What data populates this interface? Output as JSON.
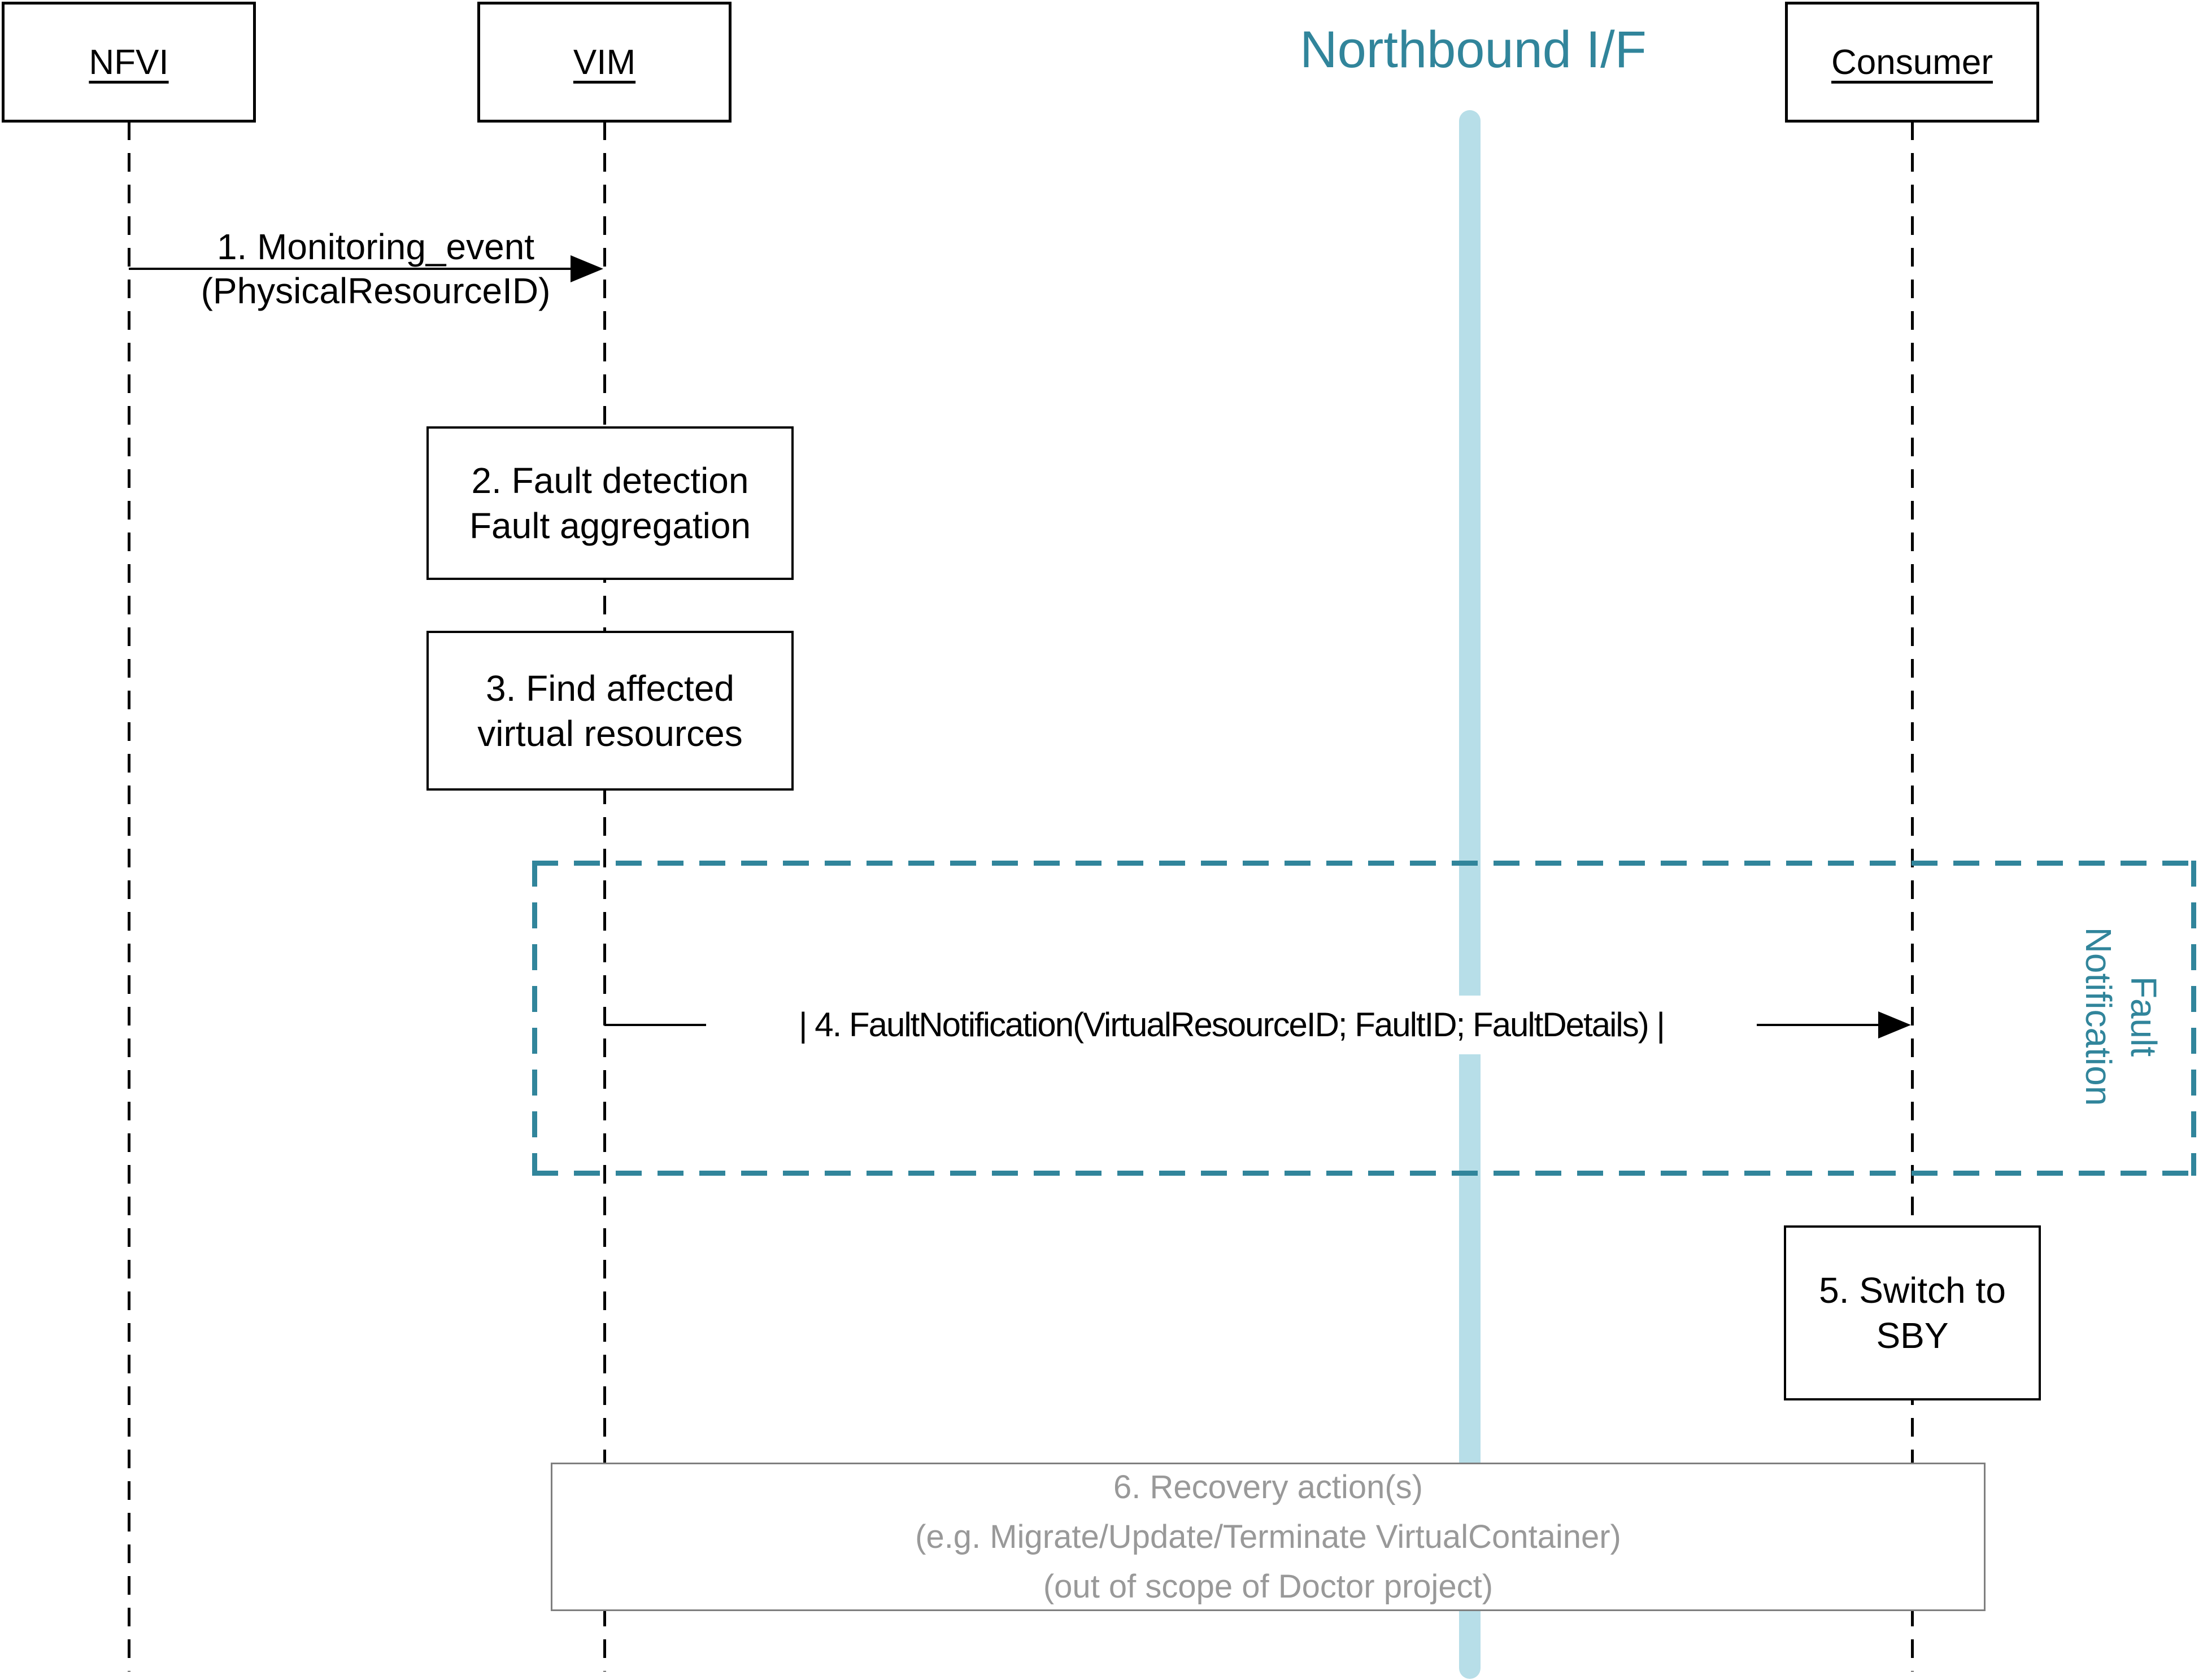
{
  "diagram": {
    "title": {
      "text": "Northbound I/F"
    },
    "actors": [
      {
        "id": "nfvi",
        "label": "NFVI"
      },
      {
        "id": "vim",
        "label": "VIM"
      },
      {
        "id": "consumer",
        "label": "Consumer"
      }
    ],
    "messages": [
      {
        "num": "1",
        "line1": "1. Monitoring_event",
        "line2": "(PhysicalResourceID)",
        "from": "NFVI",
        "to": "VIM"
      },
      {
        "num": "4",
        "label": "| 4. FaultNotification(VirtualResourceID; FaultID; FaultDetails) |",
        "from": "VIM",
        "to": "Consumer"
      }
    ],
    "activities": [
      {
        "num": "2",
        "on": "VIM",
        "line1": "2. Fault detection",
        "line2": "Fault aggregation"
      },
      {
        "num": "3",
        "on": "VIM",
        "line1": "3. Find affected",
        "line2": "virtual resources"
      },
      {
        "num": "5",
        "on": "Consumer",
        "line1": "5. Switch to",
        "line2": "SBY"
      },
      {
        "num": "6",
        "on": "shared",
        "line1": "6. Recovery action(s)",
        "line2": "(e.g. Migrate/Update/Terminate VirtualContainer)",
        "line3": "(out of scope of Doctor project)"
      }
    ],
    "frame": {
      "line1": "Fault",
      "line2": "Notification"
    },
    "colors": {
      "teal": "#31859B",
      "light_blue": "#B7DEE8",
      "gray_text": "#999999",
      "gray_border": "#7F7F7F",
      "black": "#000000"
    }
  }
}
